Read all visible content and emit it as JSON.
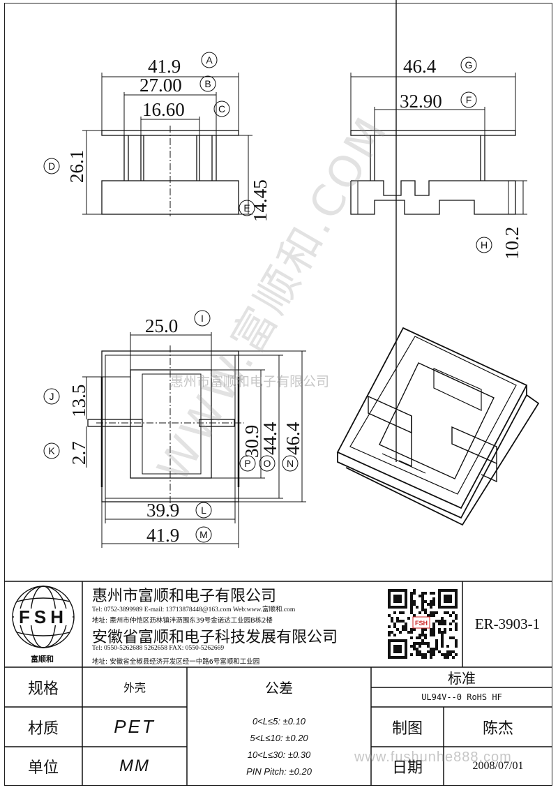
{
  "drawing": {
    "front_view": {
      "dim_a": "41.9",
      "dim_b": "27.00",
      "dim_c": "16.60",
      "dim_d": "26.1",
      "dim_e": "14.45",
      "label_a": "A",
      "label_b": "B",
      "label_c": "C",
      "label_d": "D",
      "label_e": "E"
    },
    "side_view": {
      "dim_g": "46.4",
      "dim_f": "32.90",
      "dim_h": "10.2",
      "label_g": "G",
      "label_f": "F",
      "label_h": "H"
    },
    "top_view": {
      "dim_i": "25.0",
      "dim_j": "13.5",
      "dim_k": "2.7",
      "dim_p": "30.9",
      "dim_o": "44.4",
      "dim_n": "46.4",
      "dim_l": "39.9",
      "dim_m": "41.9",
      "label_i": "I",
      "label_j": "J",
      "label_k": "K",
      "label_p": "P",
      "label_o": "O",
      "label_n": "N",
      "label_l": "L",
      "label_m": "M"
    }
  },
  "watermarks": {
    "diagonal": "WWW.富顺和.COM",
    "center": "惠州市富顺和电子有限公司",
    "bottom": "www.fushunhe888.com"
  },
  "title_block": {
    "logo_text": "FSH",
    "logo_caption": "富顺和",
    "company1": {
      "name": "惠州市富顺和电子有限公司",
      "contact": "Tel: 0752-3899989 E-mail: 13713878448@163.com Web:www.富顺和.com",
      "address": "地址: 惠州市仲恺区沥林镇泮沥围东39号金诺达工业园B栋2楼"
    },
    "company2": {
      "name": "安徽省富顺和电子科技发展有限公司",
      "contact": "Tel: 0550-5262688 5262658 FAX: 0550-5262669",
      "address": "地址: 安徽省全椒县经济开发区经一中路6号富顺和工业园"
    },
    "qr_caption": "FSH",
    "part_number": "ER-3903-1",
    "spec_label": "规格",
    "spec_value": "外壳",
    "tolerance_label": "公差",
    "standard_label": "标准",
    "standard_value": "UL94V--0 RoHS HF",
    "material_label": "材质",
    "material_value": "PET",
    "drawn_label": "制图",
    "drawn_value": "陈杰",
    "unit_label": "单位",
    "unit_value": "MM",
    "date_label": "日期",
    "date_value": "2008/07/01",
    "tolerances": [
      "0<L≤5: ±0.10",
      "5<L≤10: ±0.20",
      "10<L≤30: ±0.30",
      "PIN Pitch: ±0.20"
    ]
  }
}
